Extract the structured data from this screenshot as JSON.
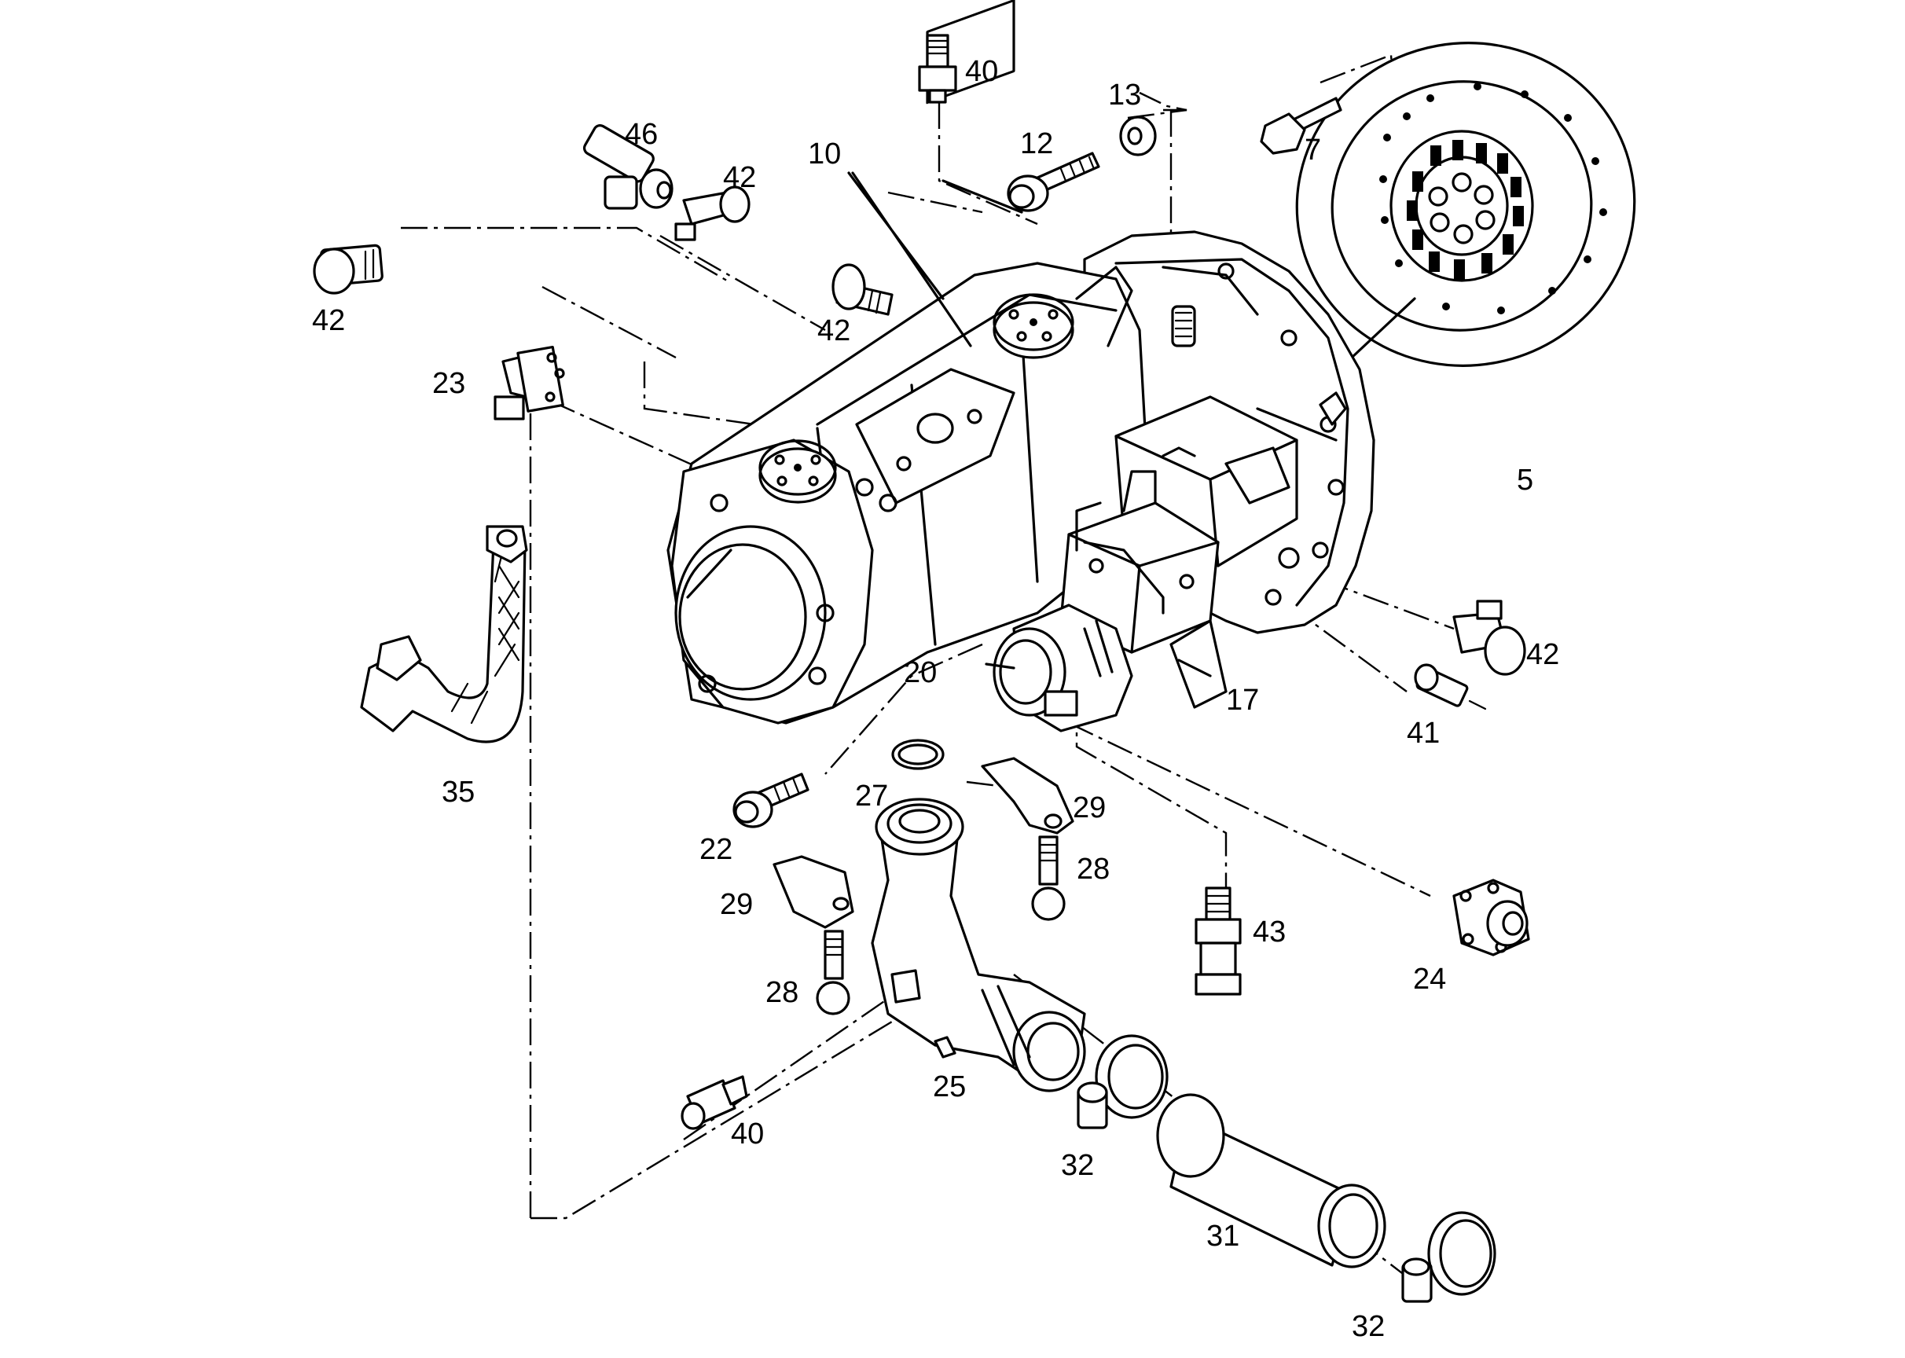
{
  "diagram": {
    "type": "exploded parts diagram",
    "callouts": [
      {
        "id": "c40a",
        "label": "40"
      },
      {
        "id": "c13",
        "label": "13"
      },
      {
        "id": "c12",
        "label": "12"
      },
      {
        "id": "c7",
        "label": "7"
      },
      {
        "id": "c10",
        "label": "10"
      },
      {
        "id": "c46",
        "label": "46"
      },
      {
        "id": "c42a",
        "label": "42"
      },
      {
        "id": "c42b",
        "label": "42"
      },
      {
        "id": "c42c",
        "label": "42"
      },
      {
        "id": "c23",
        "label": "23"
      },
      {
        "id": "c5",
        "label": "5"
      },
      {
        "id": "c42d",
        "label": "42"
      },
      {
        "id": "c20",
        "label": "20"
      },
      {
        "id": "c17",
        "label": "17"
      },
      {
        "id": "c41",
        "label": "41"
      },
      {
        "id": "c35",
        "label": "35"
      },
      {
        "id": "c27",
        "label": "27"
      },
      {
        "id": "c29a",
        "label": "29"
      },
      {
        "id": "c22",
        "label": "22"
      },
      {
        "id": "c28a",
        "label": "28"
      },
      {
        "id": "c29b",
        "label": "29"
      },
      {
        "id": "c43",
        "label": "43"
      },
      {
        "id": "c28b",
        "label": "28"
      },
      {
        "id": "c24",
        "label": "24"
      },
      {
        "id": "c25",
        "label": "25"
      },
      {
        "id": "c40b",
        "label": "40"
      },
      {
        "id": "c32a",
        "label": "32"
      },
      {
        "id": "c31",
        "label": "31"
      },
      {
        "id": "c32b",
        "label": "32"
      }
    ]
  }
}
